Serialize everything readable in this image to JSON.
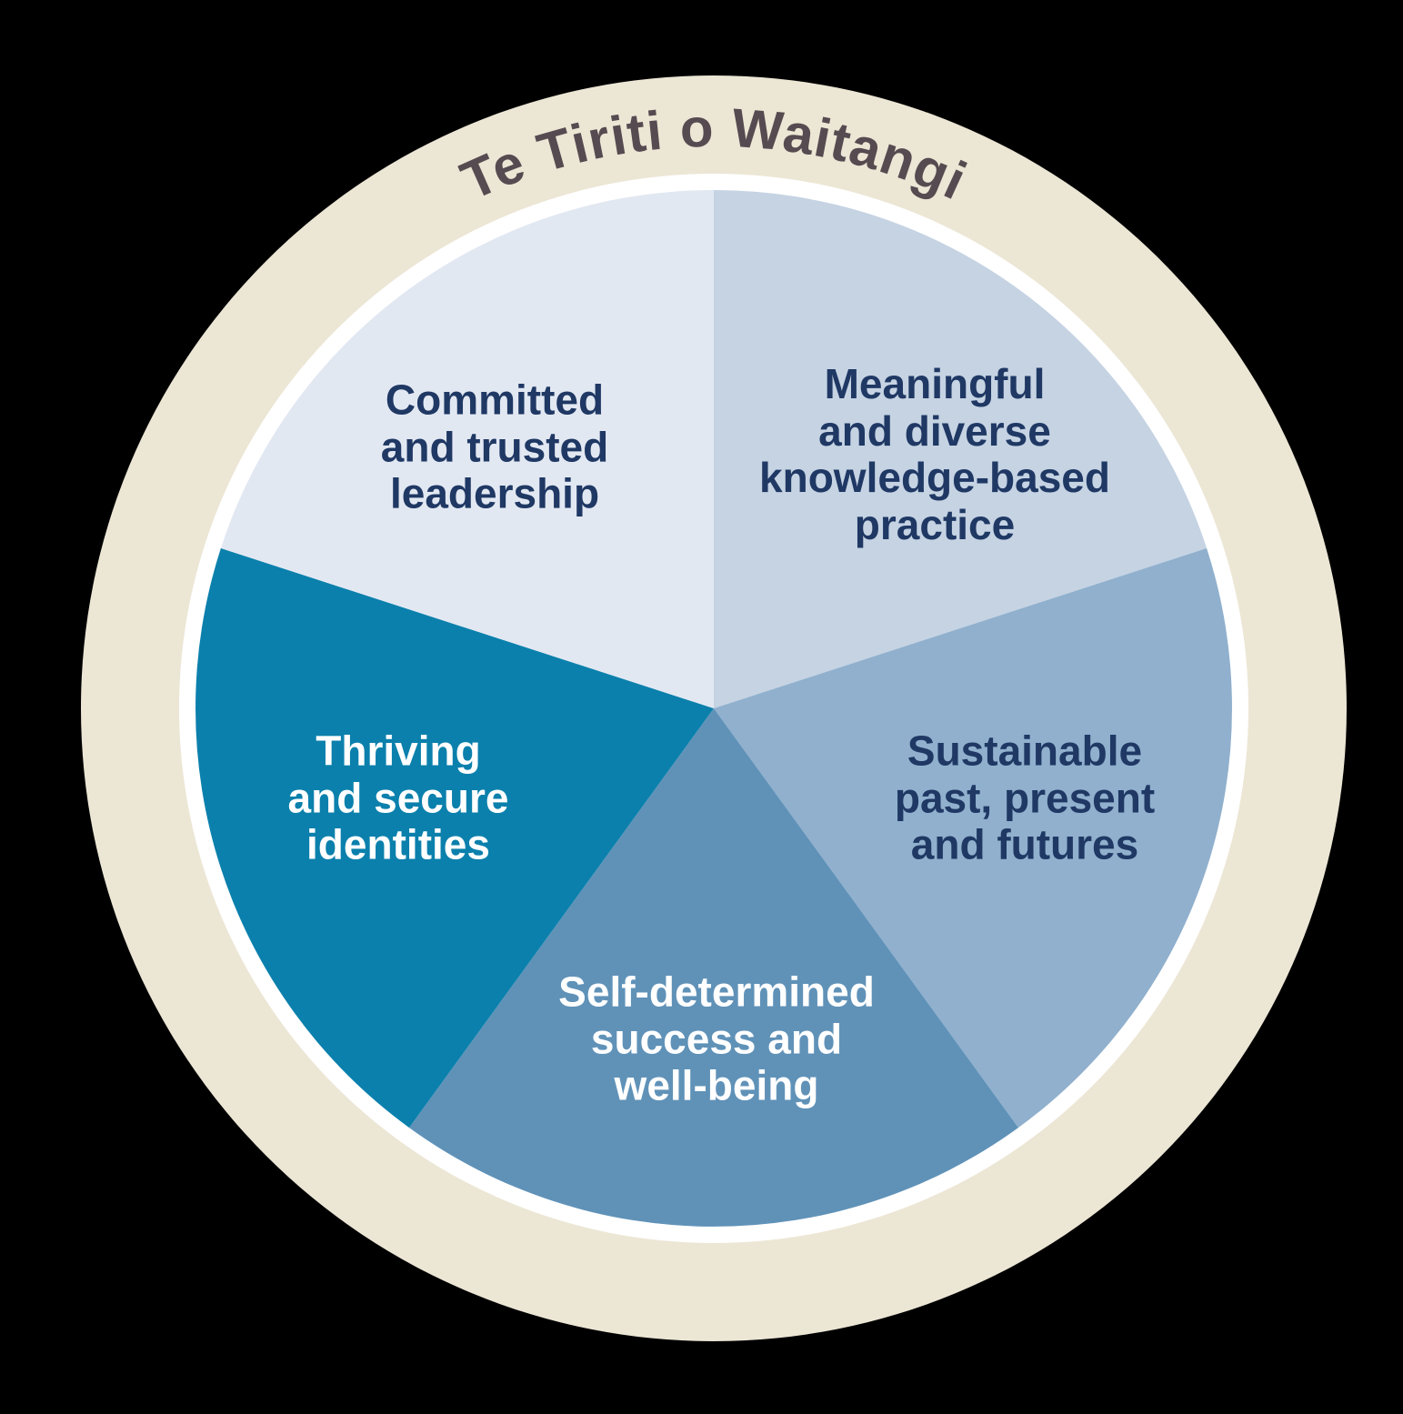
{
  "title": {
    "text": "Te Tiriti o Waitangi",
    "color": "#564b50"
  },
  "ring": {
    "color": "#ece6d5",
    "gap_color": "#ffffff"
  },
  "background_color": "#000000",
  "segments": [
    {
      "id": "meaningful",
      "label": "Meaningful\nand diverse\nknowledge-based\npractice",
      "color": "#c5d3e3",
      "text_color": "#1f3864",
      "start_angle": 0,
      "end_angle": 72
    },
    {
      "id": "sustainable",
      "label": "Sustainable\npast, present\nand futures",
      "color": "#90b0cd",
      "text_color": "#1f3864",
      "start_angle": 72,
      "end_angle": 144
    },
    {
      "id": "selfdetermined",
      "label": "Self-determined\nsuccess and\nwell-being",
      "color": "#6092b8",
      "text_color": "#ffffff",
      "start_angle": 144,
      "end_angle": 216
    },
    {
      "id": "thriving",
      "label": "Thriving\nand secure\nidentities",
      "color": "#0b80ac",
      "text_color": "#ffffff",
      "start_angle": 216,
      "end_angle": 288
    },
    {
      "id": "committed",
      "label": "Committed\nand trusted\nleadership",
      "color": "#e2e8f2",
      "text_color": "#1f3864",
      "start_angle": 288,
      "end_angle": 360
    }
  ]
}
